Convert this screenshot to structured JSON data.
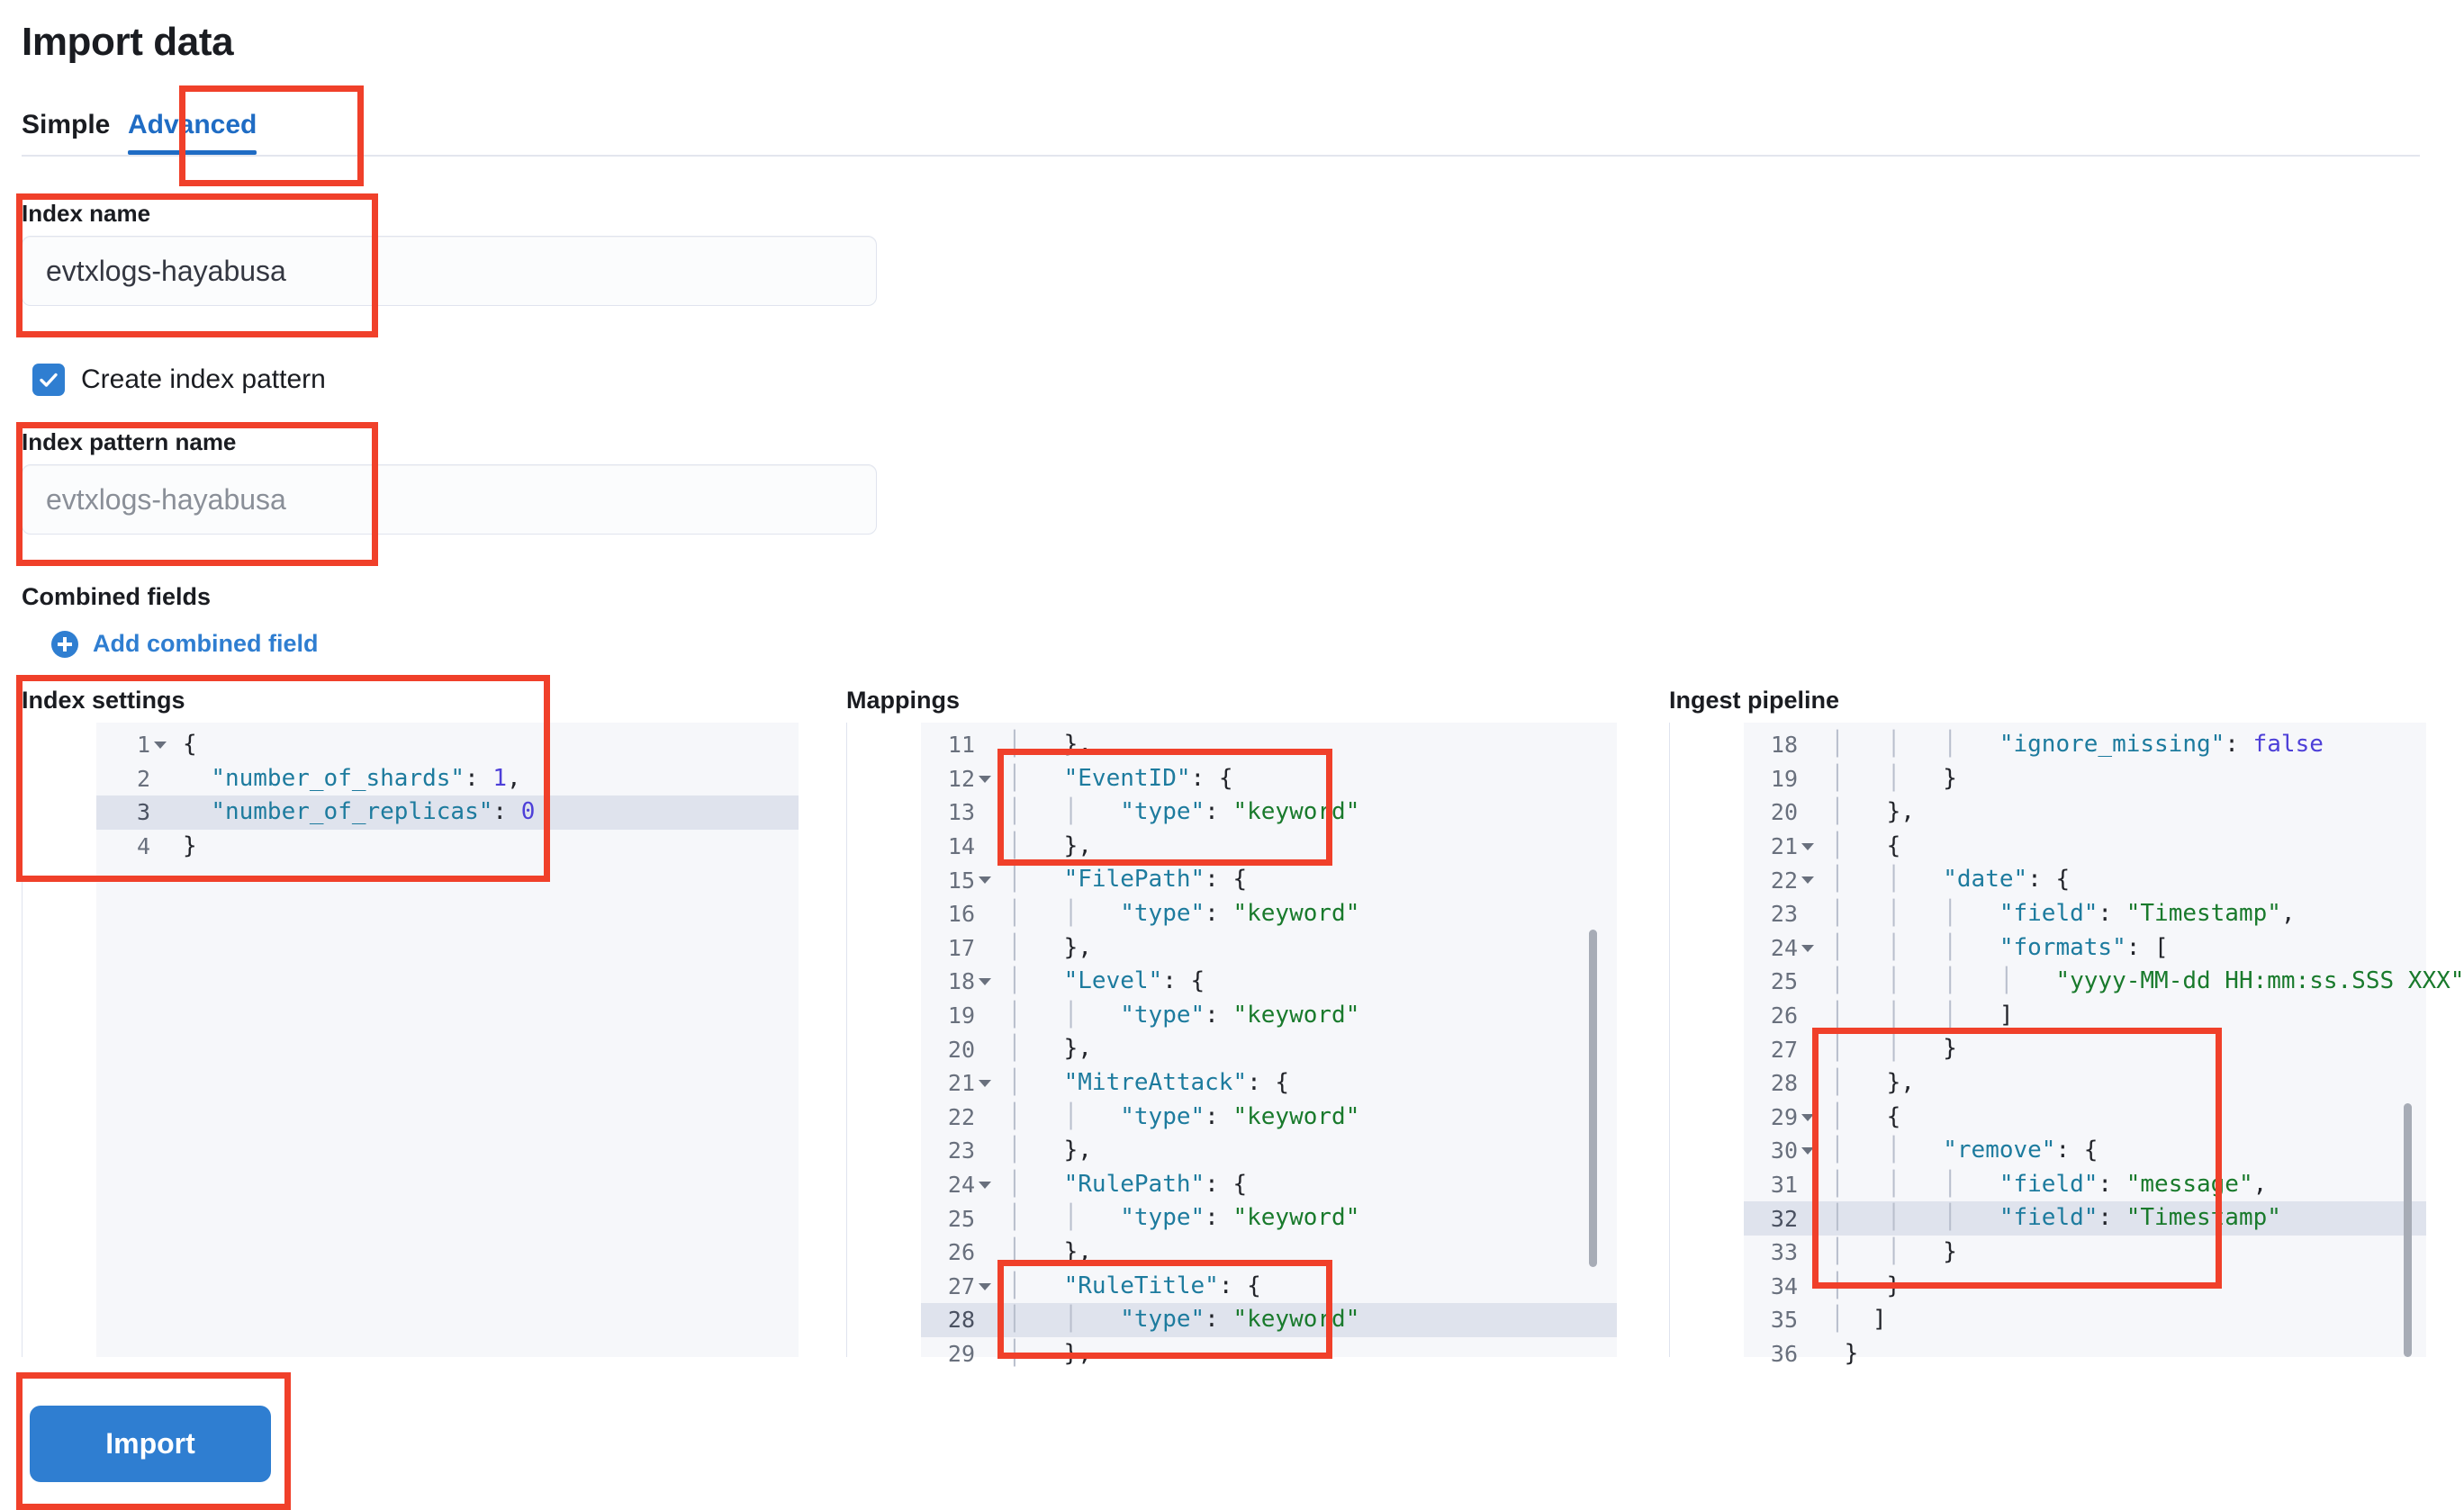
{
  "page": {
    "title": "Import data",
    "accent_blue": "#2f7ed1",
    "annotation_red": "#f0402a"
  },
  "tabs": [
    {
      "label": "Simple",
      "active": false
    },
    {
      "label": "Advanced",
      "active": true
    }
  ],
  "form": {
    "index_name": {
      "label": "Index name",
      "value": "evtxlogs-hayabusa",
      "placeholder": ""
    },
    "create_index_pattern": {
      "label": "Create index pattern",
      "checked": true,
      "check_glyph": "✓"
    },
    "index_pattern_name": {
      "label": "Index pattern name",
      "value": "",
      "placeholder": "evtxlogs-hayabusa"
    },
    "combined_fields": {
      "label": "Combined fields",
      "add_link": "Add combined field"
    }
  },
  "editors": {
    "index_settings": {
      "title": "Index settings",
      "lines": [
        {
          "num": "1",
          "fold": true,
          "hl": false,
          "tokens": [
            {
              "t": "{",
              "c": "p"
            }
          ]
        },
        {
          "num": "2",
          "fold": false,
          "hl": false,
          "tokens": [
            {
              "t": "  ",
              "c": "p"
            },
            {
              "t": "\"number_of_shards\"",
              "c": "k"
            },
            {
              "t": ": ",
              "c": "p"
            },
            {
              "t": "1",
              "c": "b"
            },
            {
              "t": ",",
              "c": "p"
            }
          ]
        },
        {
          "num": "3",
          "fold": false,
          "hl": true,
          "tokens": [
            {
              "t": "  ",
              "c": "p"
            },
            {
              "t": "\"number_of_replicas\"",
              "c": "k"
            },
            {
              "t": ": ",
              "c": "p"
            },
            {
              "t": "0",
              "c": "b"
            }
          ]
        },
        {
          "num": "4",
          "fold": false,
          "hl": false,
          "tokens": [
            {
              "t": "}",
              "c": "p"
            }
          ]
        }
      ]
    },
    "mappings": {
      "title": "Mappings",
      "lines": [
        {
          "num": "11",
          "fold": false,
          "hl": false,
          "tokens": [
            {
              "t": "│   ",
              "c": "g"
            },
            {
              "t": "},",
              "c": "p"
            }
          ]
        },
        {
          "num": "12",
          "fold": true,
          "hl": false,
          "tokens": [
            {
              "t": "│   ",
              "c": "g"
            },
            {
              "t": "\"EventID\"",
              "c": "k"
            },
            {
              "t": ": {",
              "c": "p"
            }
          ]
        },
        {
          "num": "13",
          "fold": false,
          "hl": false,
          "tokens": [
            {
              "t": "│   │ ",
              "c": "g"
            },
            {
              "t": "  \"type\"",
              "c": "k"
            },
            {
              "t": ": ",
              "c": "p"
            },
            {
              "t": "\"keyword\"",
              "c": "s"
            }
          ]
        },
        {
          "num": "14",
          "fold": false,
          "hl": false,
          "tokens": [
            {
              "t": "│   ",
              "c": "g"
            },
            {
              "t": "},",
              "c": "p"
            }
          ]
        },
        {
          "num": "15",
          "fold": true,
          "hl": false,
          "tokens": [
            {
              "t": "│   ",
              "c": "g"
            },
            {
              "t": "\"FilePath\"",
              "c": "k"
            },
            {
              "t": ": {",
              "c": "p"
            }
          ]
        },
        {
          "num": "16",
          "fold": false,
          "hl": false,
          "tokens": [
            {
              "t": "│   │ ",
              "c": "g"
            },
            {
              "t": "  \"type\"",
              "c": "k"
            },
            {
              "t": ": ",
              "c": "p"
            },
            {
              "t": "\"keyword\"",
              "c": "s"
            }
          ]
        },
        {
          "num": "17",
          "fold": false,
          "hl": false,
          "tokens": [
            {
              "t": "│   ",
              "c": "g"
            },
            {
              "t": "},",
              "c": "p"
            }
          ]
        },
        {
          "num": "18",
          "fold": true,
          "hl": false,
          "tokens": [
            {
              "t": "│   ",
              "c": "g"
            },
            {
              "t": "\"Level\"",
              "c": "k"
            },
            {
              "t": ": {",
              "c": "p"
            }
          ]
        },
        {
          "num": "19",
          "fold": false,
          "hl": false,
          "tokens": [
            {
              "t": "│   │ ",
              "c": "g"
            },
            {
              "t": "  \"type\"",
              "c": "k"
            },
            {
              "t": ": ",
              "c": "p"
            },
            {
              "t": "\"keyword\"",
              "c": "s"
            }
          ]
        },
        {
          "num": "20",
          "fold": false,
          "hl": false,
          "tokens": [
            {
              "t": "│   ",
              "c": "g"
            },
            {
              "t": "},",
              "c": "p"
            }
          ]
        },
        {
          "num": "21",
          "fold": true,
          "hl": false,
          "tokens": [
            {
              "t": "│   ",
              "c": "g"
            },
            {
              "t": "\"MitreAttack\"",
              "c": "k"
            },
            {
              "t": ": {",
              "c": "p"
            }
          ]
        },
        {
          "num": "22",
          "fold": false,
          "hl": false,
          "tokens": [
            {
              "t": "│   │ ",
              "c": "g"
            },
            {
              "t": "  \"type\"",
              "c": "k"
            },
            {
              "t": ": ",
              "c": "p"
            },
            {
              "t": "\"keyword\"",
              "c": "s"
            }
          ]
        },
        {
          "num": "23",
          "fold": false,
          "hl": false,
          "tokens": [
            {
              "t": "│   ",
              "c": "g"
            },
            {
              "t": "},",
              "c": "p"
            }
          ]
        },
        {
          "num": "24",
          "fold": true,
          "hl": false,
          "tokens": [
            {
              "t": "│   ",
              "c": "g"
            },
            {
              "t": "\"RulePath\"",
              "c": "k"
            },
            {
              "t": ": {",
              "c": "p"
            }
          ]
        },
        {
          "num": "25",
          "fold": false,
          "hl": false,
          "tokens": [
            {
              "t": "│   │ ",
              "c": "g"
            },
            {
              "t": "  \"type\"",
              "c": "k"
            },
            {
              "t": ": ",
              "c": "p"
            },
            {
              "t": "\"keyword\"",
              "c": "s"
            }
          ]
        },
        {
          "num": "26",
          "fold": false,
          "hl": false,
          "tokens": [
            {
              "t": "│   ",
              "c": "g"
            },
            {
              "t": "},",
              "c": "p"
            }
          ]
        },
        {
          "num": "27",
          "fold": true,
          "hl": false,
          "tokens": [
            {
              "t": "│   ",
              "c": "g"
            },
            {
              "t": "\"RuleTitle\"",
              "c": "k"
            },
            {
              "t": ": {",
              "c": "p"
            }
          ]
        },
        {
          "num": "28",
          "fold": false,
          "hl": true,
          "tokens": [
            {
              "t": "│   │ ",
              "c": "g"
            },
            {
              "t": "  \"type\"",
              "c": "k"
            },
            {
              "t": ": ",
              "c": "p"
            },
            {
              "t": "\"keyword\"",
              "c": "s"
            }
          ]
        },
        {
          "num": "29",
          "fold": false,
          "hl": false,
          "tokens": [
            {
              "t": "│   ",
              "c": "g"
            },
            {
              "t": "},",
              "c": "p"
            }
          ]
        }
      ]
    },
    "ingest_pipeline": {
      "title": "Ingest pipeline",
      "lines": [
        {
          "num": "18",
          "fold": false,
          "hl": false,
          "tokens": [
            {
              "t": "│   │   │  ",
              "c": "g"
            },
            {
              "t": " \"ignore_missing\"",
              "c": "k"
            },
            {
              "t": ": ",
              "c": "p"
            },
            {
              "t": "false",
              "c": "b"
            }
          ]
        },
        {
          "num": "19",
          "fold": false,
          "hl": false,
          "tokens": [
            {
              "t": "│   │  ",
              "c": "g"
            },
            {
              "t": " }",
              "c": "p"
            }
          ]
        },
        {
          "num": "20",
          "fold": false,
          "hl": false,
          "tokens": [
            {
              "t": "│  ",
              "c": "g"
            },
            {
              "t": " },",
              "c": "p"
            }
          ]
        },
        {
          "num": "21",
          "fold": true,
          "hl": false,
          "tokens": [
            {
              "t": "│  ",
              "c": "g"
            },
            {
              "t": " {",
              "c": "p"
            }
          ]
        },
        {
          "num": "22",
          "fold": true,
          "hl": false,
          "tokens": [
            {
              "t": "│   │  ",
              "c": "g"
            },
            {
              "t": " \"date\"",
              "c": "k"
            },
            {
              "t": ": {",
              "c": "p"
            }
          ]
        },
        {
          "num": "23",
          "fold": false,
          "hl": false,
          "tokens": [
            {
              "t": "│   │   │  ",
              "c": "g"
            },
            {
              "t": " \"field\"",
              "c": "k"
            },
            {
              "t": ": ",
              "c": "p"
            },
            {
              "t": "\"Timestamp\"",
              "c": "s"
            },
            {
              "t": ",",
              "c": "p"
            }
          ]
        },
        {
          "num": "24",
          "fold": true,
          "hl": false,
          "tokens": [
            {
              "t": "│   │   │  ",
              "c": "g"
            },
            {
              "t": " \"formats\"",
              "c": "k"
            },
            {
              "t": ": [",
              "c": "p"
            }
          ]
        },
        {
          "num": "25",
          "fold": false,
          "hl": false,
          "tokens": [
            {
              "t": "│   │   │   │  ",
              "c": "g"
            },
            {
              "t": " \"yyyy-MM-dd HH:mm:ss.SSS XXX\"",
              "c": "s"
            }
          ]
        },
        {
          "num": "26",
          "fold": false,
          "hl": false,
          "tokens": [
            {
              "t": "│   │   │  ",
              "c": "g"
            },
            {
              "t": " ]",
              "c": "p"
            }
          ]
        },
        {
          "num": "27",
          "fold": false,
          "hl": false,
          "tokens": [
            {
              "t": "│   │  ",
              "c": "g"
            },
            {
              "t": " }",
              "c": "p"
            }
          ]
        },
        {
          "num": "28",
          "fold": false,
          "hl": false,
          "tokens": [
            {
              "t": "│  ",
              "c": "g"
            },
            {
              "t": " },",
              "c": "p"
            }
          ]
        },
        {
          "num": "29",
          "fold": true,
          "hl": false,
          "tokens": [
            {
              "t": "│  ",
              "c": "g"
            },
            {
              "t": " {",
              "c": "p"
            }
          ]
        },
        {
          "num": "30",
          "fold": true,
          "hl": false,
          "tokens": [
            {
              "t": "│   │  ",
              "c": "g"
            },
            {
              "t": " \"remove\"",
              "c": "k"
            },
            {
              "t": ": {",
              "c": "p"
            }
          ]
        },
        {
          "num": "31",
          "fold": false,
          "hl": false,
          "tokens": [
            {
              "t": "│   │   │  ",
              "c": "g"
            },
            {
              "t": " \"field\"",
              "c": "k"
            },
            {
              "t": ": ",
              "c": "p"
            },
            {
              "t": "\"message\"",
              "c": "s"
            },
            {
              "t": ",",
              "c": "p"
            }
          ]
        },
        {
          "num": "32",
          "fold": false,
          "hl": true,
          "tokens": [
            {
              "t": "│   │   │  ",
              "c": "g"
            },
            {
              "t": " \"field\"",
              "c": "k"
            },
            {
              "t": ": ",
              "c": "p"
            },
            {
              "t": "\"Timestamp\"",
              "c": "s"
            }
          ]
        },
        {
          "num": "33",
          "fold": false,
          "hl": false,
          "tokens": [
            {
              "t": "│   │  ",
              "c": "g"
            },
            {
              "t": " }",
              "c": "p"
            }
          ]
        },
        {
          "num": "34",
          "fold": false,
          "hl": false,
          "tokens": [
            {
              "t": "│  ",
              "c": "g"
            },
            {
              "t": " }",
              "c": "p"
            }
          ]
        },
        {
          "num": "35",
          "fold": false,
          "hl": false,
          "tokens": [
            {
              "t": "│  ",
              "c": "g"
            },
            {
              "t": "]",
              "c": "p"
            }
          ]
        },
        {
          "num": "36",
          "fold": false,
          "hl": false,
          "tokens": [
            {
              "t": " ",
              "c": "g"
            },
            {
              "t": "}",
              "c": "p"
            }
          ]
        }
      ]
    }
  },
  "footer": {
    "import_label": "Import"
  }
}
